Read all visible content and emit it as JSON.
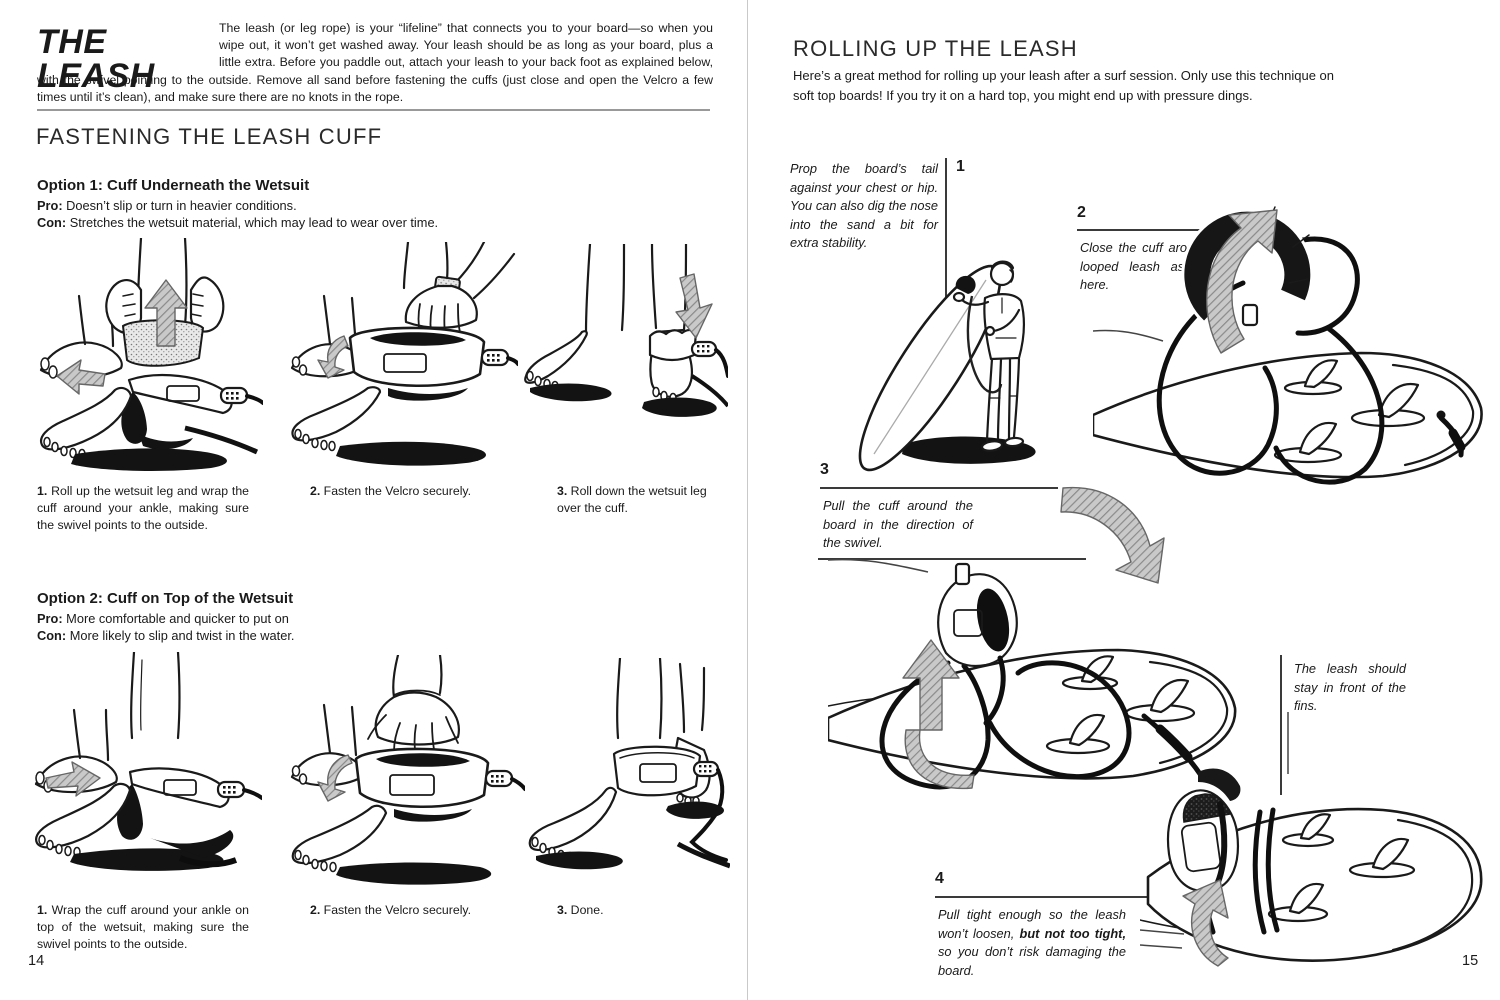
{
  "colors": {
    "ink": "#1a1a1a",
    "rule_gray": "#999999",
    "arrow_gray": "#b5b5b5"
  },
  "left_page": {
    "page_number": "14",
    "title": "THE LEASH",
    "intro": "The leash (or leg rope) is your “lifeline” that connects you to your board—so when you wipe out, it won’t get washed away. Your leash should be as long as your board, plus a little extra. Before you paddle out, attach your leash to your back foot as explained below, with the swivel pointing to the outside. Remove all sand before fastening the cuffs (just close and open the Velcro a few times until it’s clean), and make sure there are no knots in the rope.",
    "section_title": "FASTENING THE LEASH CUFF",
    "option1": {
      "title": "Option 1: Cuff Underneath the Wetsuit",
      "pro_label": "Pro:",
      "pro_text": " Doesn’t slip or turn in heavier conditions.",
      "con_label": "Con:",
      "con_text": " Stretches the wetsuit material, which may lead to wear over time.",
      "captions": [
        {
          "num": "1.",
          "text": " Roll up the wetsuit leg and wrap the cuff around your ankle, making sure the swivel points to the outside."
        },
        {
          "num": "2.",
          "text": " Fasten the Velcro securely."
        },
        {
          "num": "3.",
          "text": " Roll down the wetsuit leg over the cuff."
        }
      ]
    },
    "option2": {
      "title": "Option 2: Cuff on Top of the Wetsuit",
      "pro_label": "Pro:",
      "pro_text": " More comfortable and quicker to put on",
      "con_label": "Con:",
      "con_text": " More likely to slip and twist in the water.",
      "captions": [
        {
          "num": "1.",
          "text": " Wrap the cuff around your ankle on top of the wetsuit, making sure the swivel points to the outside."
        },
        {
          "num": "2.",
          "text": " Fasten the Velcro securely."
        },
        {
          "num": "3.",
          "text": " Done."
        }
      ]
    }
  },
  "right_page": {
    "page_number": "15",
    "title": "ROLLING UP THE LEASH",
    "intro": "Here’s a great method for rolling up your leash after a surf session. Only use this technique on soft top boards! If you try it on a hard top, you might end up with pressure dings.",
    "steps": [
      {
        "num": "1",
        "segments": [
          {
            "t": "Prop the board’s tail against your chest or hip. You can also dig the nose into the sand a bit for extra stability.",
            "b": false
          }
        ]
      },
      {
        "num": "2",
        "segments": [
          {
            "t": "Close the cuff around the looped leash as shown here.",
            "b": false
          }
        ]
      },
      {
        "num": "3",
        "segments": [
          {
            "t": "Pull the cuff around the board in the direction of the swivel.",
            "b": false
          }
        ]
      },
      {
        "num": "4",
        "segments": [
          {
            "t": "Pull tight enough so the leash won’t loosen, ",
            "b": false
          },
          {
            "t": "but not too tight,",
            "b": true
          },
          {
            "t": " so you don’t risk damaging the board.",
            "b": false
          }
        ]
      }
    ],
    "note": "The leash should stay in front of the fins."
  }
}
